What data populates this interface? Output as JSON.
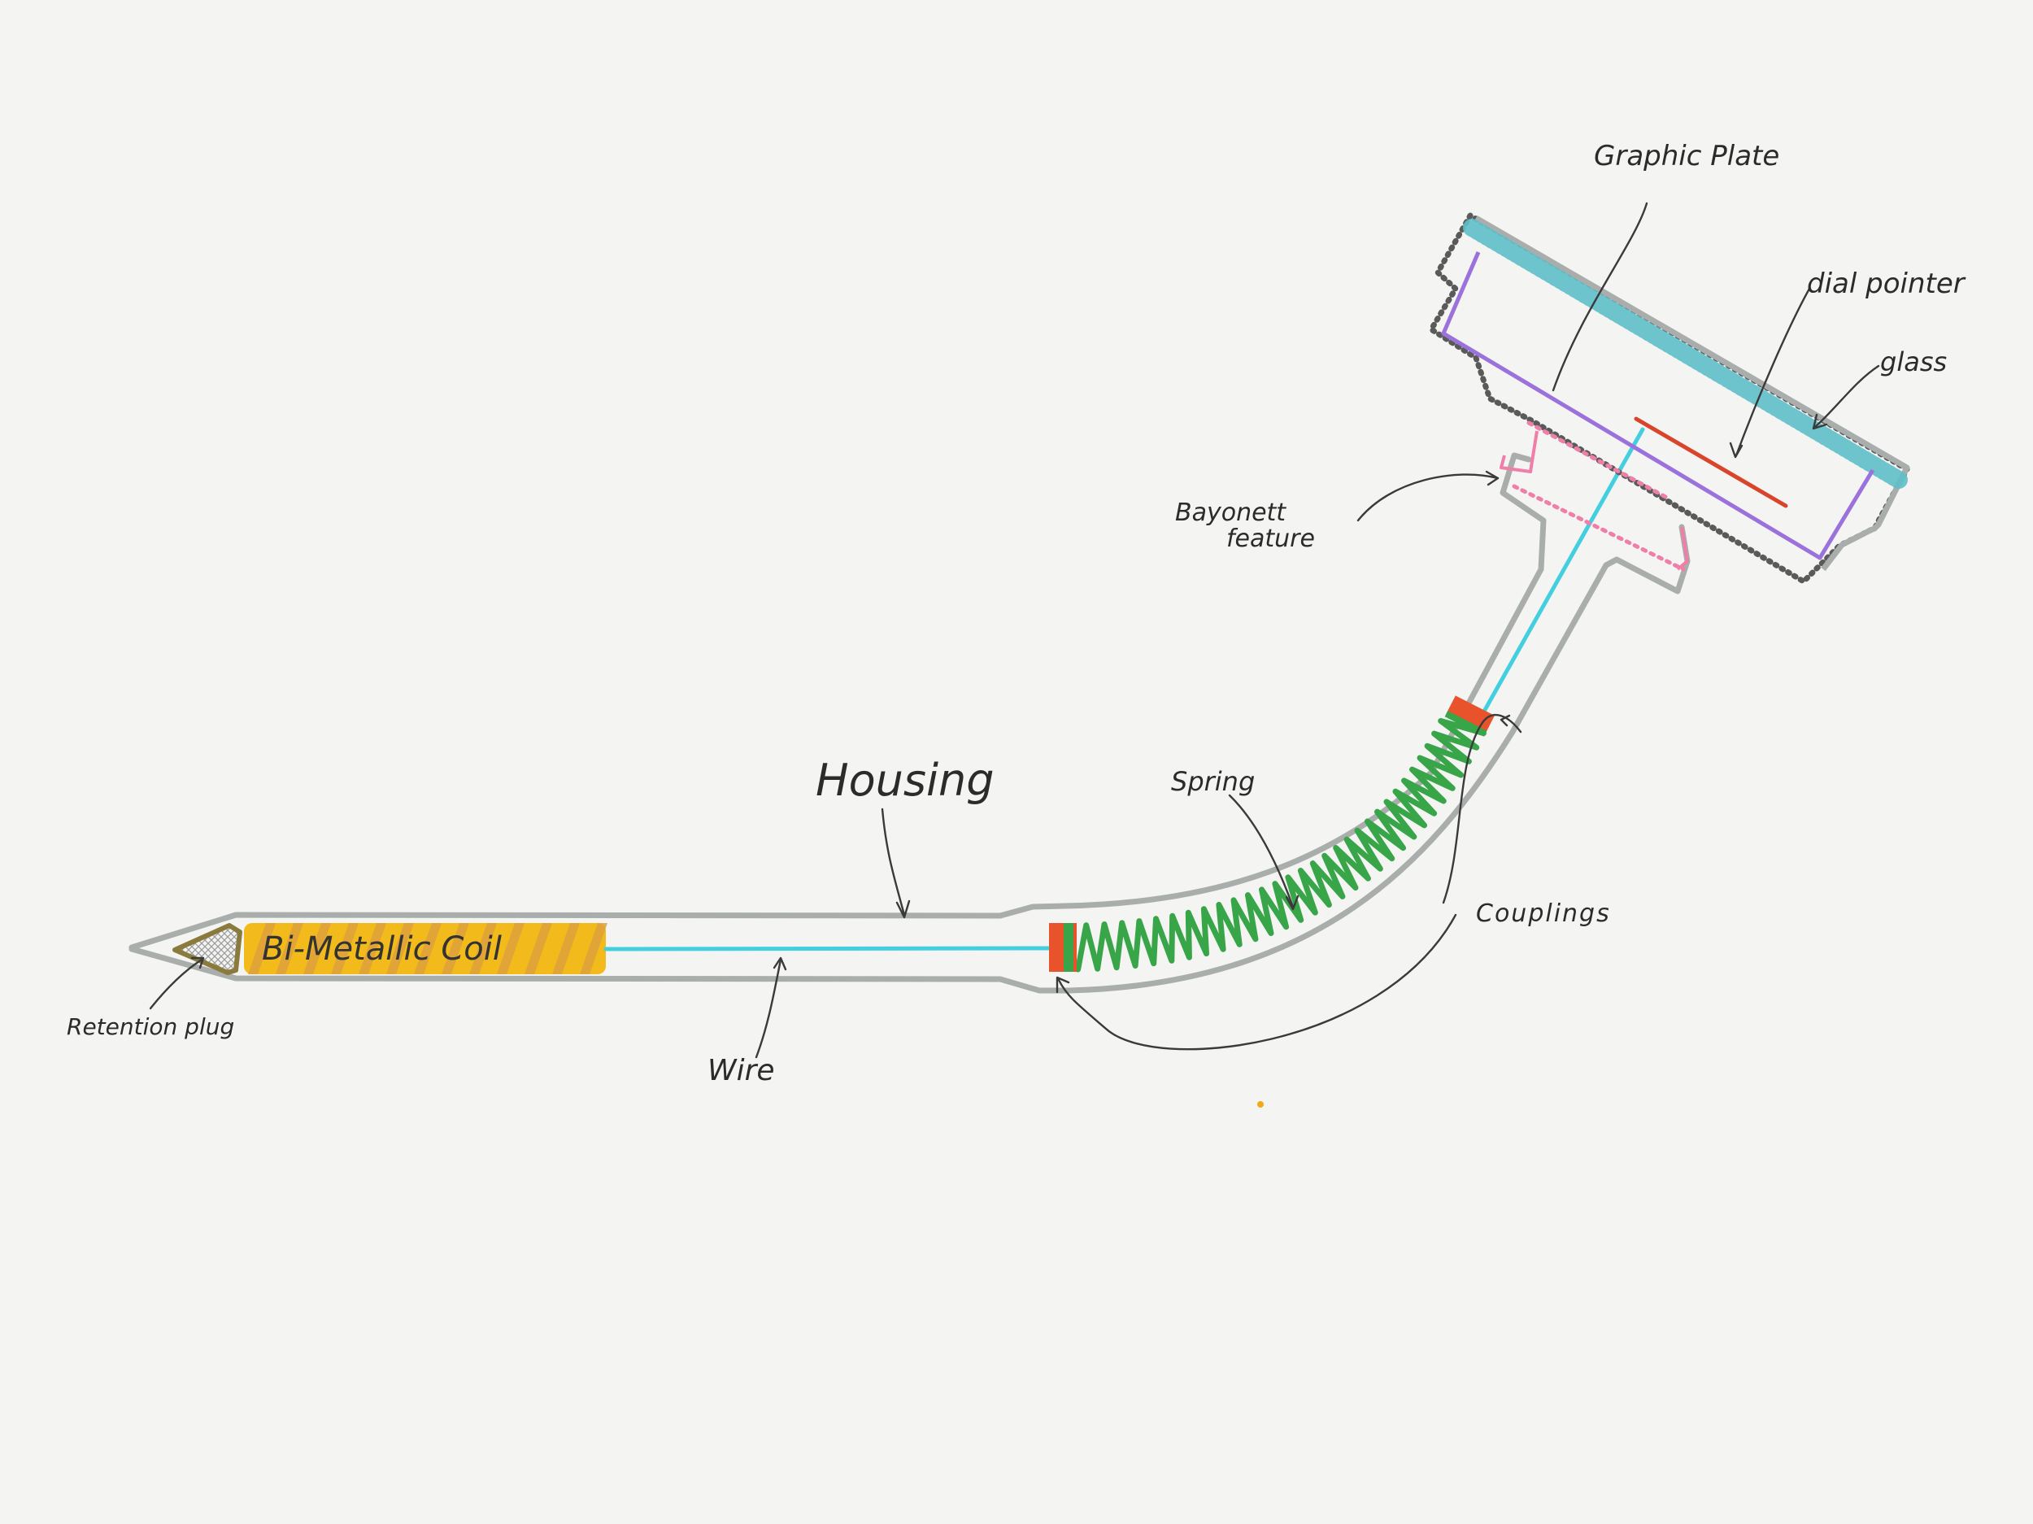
{
  "colors": {
    "background": "#f4f4f3",
    "housing": "#a9adab",
    "wire": "#43cfe0",
    "coil": "#f2bb1b",
    "coil_stripe": "#dda03c",
    "spring": "#38a548",
    "coupling": "#e8532b",
    "plug": "#8a7a3c",
    "graphic_plate": "#9b72dc",
    "glass": "#5fbfc9",
    "bayonet": "#ef7fa8",
    "pointer": "#d9452b",
    "outline_dots": "#5a5a5a"
  },
  "labels": {
    "housing": "Housing",
    "bimetallic_coil": "Bi-Metallic Coil",
    "retention_plug": "Retention plug",
    "wire": "Wire",
    "spring": "Spring",
    "couplings": "Couplings",
    "bayonett_feature_line1": "Bayonett",
    "bayonett_feature_line2": "feature",
    "graphic_plate": "Graphic Plate",
    "dial_pointer": "dial pointer",
    "glass": "glass"
  }
}
